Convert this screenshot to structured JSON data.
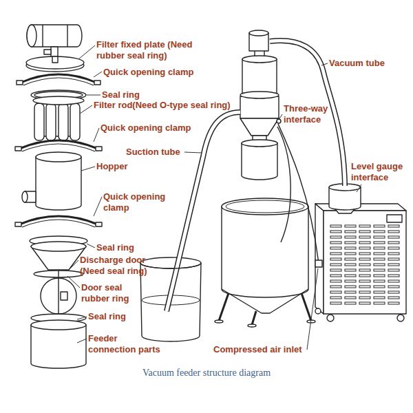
{
  "diagram": {
    "caption": "Vacuum feeder structure diagram",
    "labels": [
      "Filter fixed plate (Need rubber seal ring)",
      "Vacuum tube",
      "Quick opening clamp",
      "Seal ring",
      "Filter rod(Need O-type seal ring)",
      "Three-way interface",
      "Quick opening clamp",
      "Suction tube",
      "Hopper",
      "Level gauge interface",
      "Quick opening clamp",
      "Seal ring",
      "Discharge door (Need seal ring)",
      "Door seal rubber ring",
      "Seal ring",
      "Feeder connection parts",
      "Compressed air inlet"
    ]
  }
}
